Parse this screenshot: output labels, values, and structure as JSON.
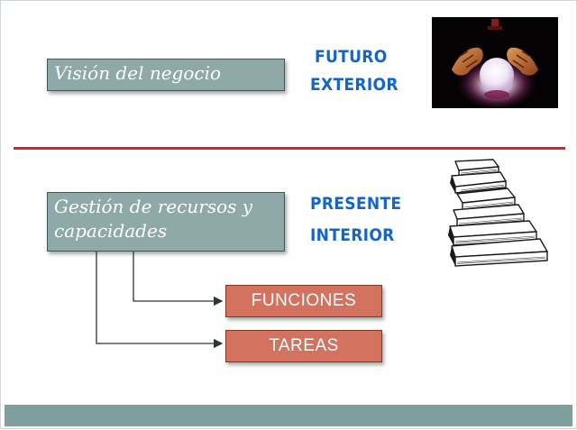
{
  "top": {
    "vision_box": "Visión del negocio",
    "label_line1": "FUTURO",
    "label_line2": "EXTERIOR",
    "image_icon": "crystal-ball-icon"
  },
  "bottom": {
    "gestion_box_line1": "Gestión de recursos y",
    "gestion_box_line2": "capacidades",
    "label_line1": "PRESENTE",
    "label_line2": "INTERIOR",
    "image_icon": "book-stack-icon",
    "branches": [
      {
        "label": "FUNCIONES"
      },
      {
        "label": "TAREAS"
      }
    ]
  },
  "colors": {
    "gray_box": "#8fa8a8",
    "red_box": "#d2725f",
    "blue_text": "#1565c4",
    "divider": "#d6242d",
    "footer": "#7f9f9f"
  }
}
